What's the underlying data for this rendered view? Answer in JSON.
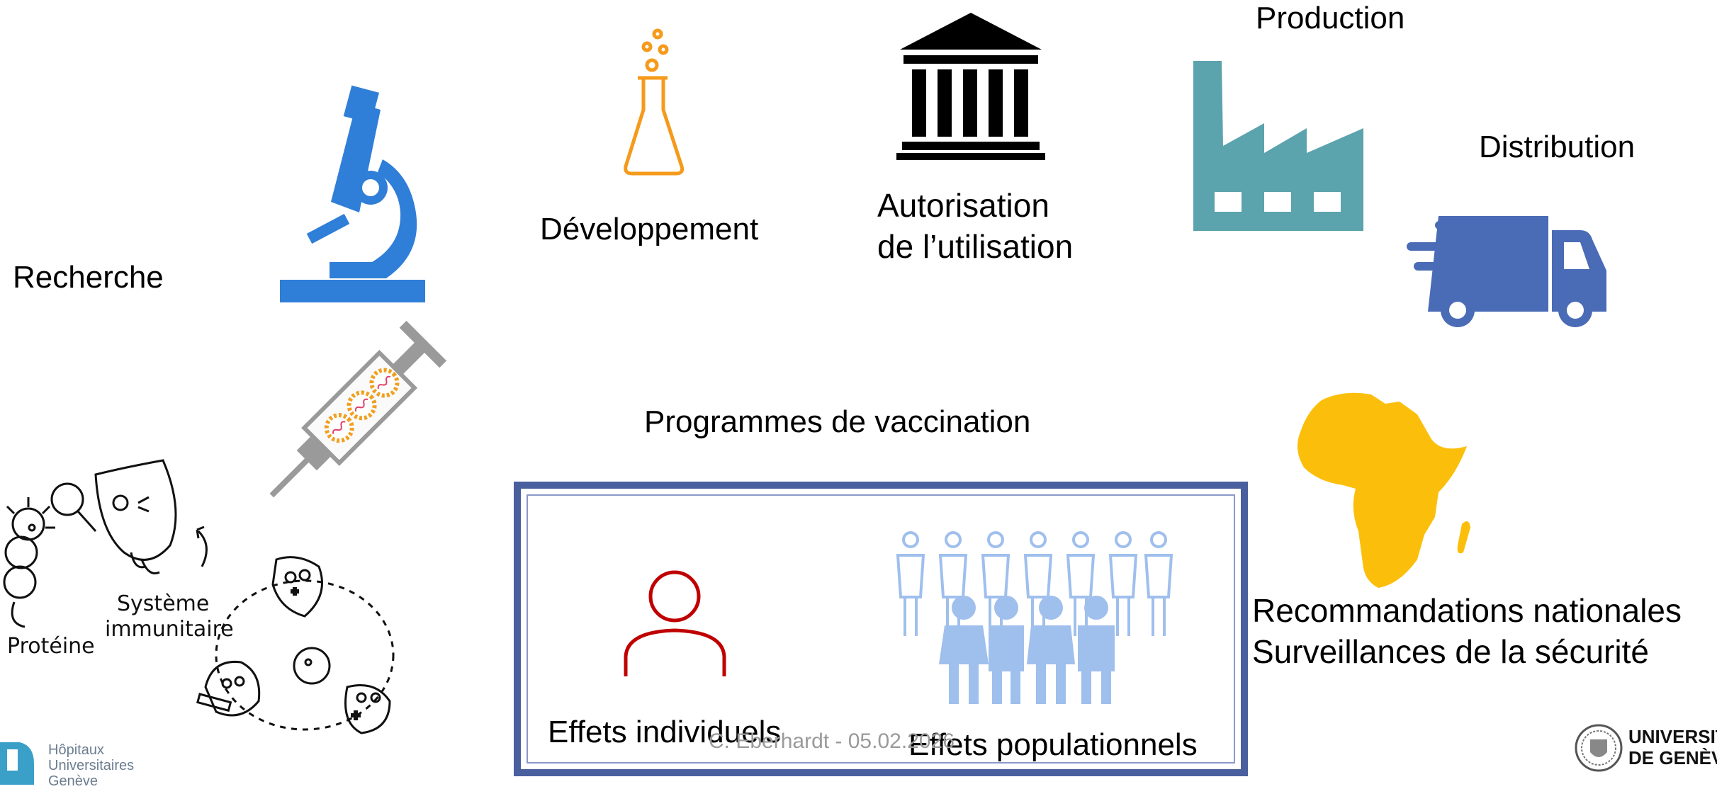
{
  "labels": {
    "recherche": "Recherche",
    "developpement": "Développement",
    "autorisation_line1": "Autorisation",
    "autorisation_line2": "de l’utilisation",
    "production": "Production",
    "distribution": "Distribution",
    "programmes": "Programmes de vaccination",
    "recommandations": "Recommandations nationales",
    "surveillances": "Surveillances de la sécurité",
    "effets_individuels": "Effets individuels",
    "effets_populationnels": "Effets populationnels"
  },
  "sketch": {
    "proteine": "Protéine",
    "systeme_line1": "Système",
    "systeme_line2": "immunitaire"
  },
  "footer": {
    "credit": "C. Eberhardt - 05.02.2026"
  },
  "logos": {
    "hug_line1": "Hôpitaux",
    "hug_line2": "Universitaires",
    "hug_line3": "Genève",
    "unige_line1": "UNIVERSITÉ",
    "unige_line2": "DE GENÈVE"
  },
  "colors": {
    "microscope": "#2f7ed8",
    "flask": "#f59a1b",
    "factory": "#5ba3ad",
    "truck": "#4a6bb5",
    "africa": "#fbbf0b",
    "individual": "#c00000",
    "population": "#9fbfed",
    "box_border": "#4a5f9e"
  },
  "icons": [
    "microscope-icon",
    "flask-icon",
    "building-icon",
    "factory-icon",
    "truck-icon",
    "syringe-icon",
    "africa-map-icon",
    "person-icon",
    "population-icon"
  ]
}
